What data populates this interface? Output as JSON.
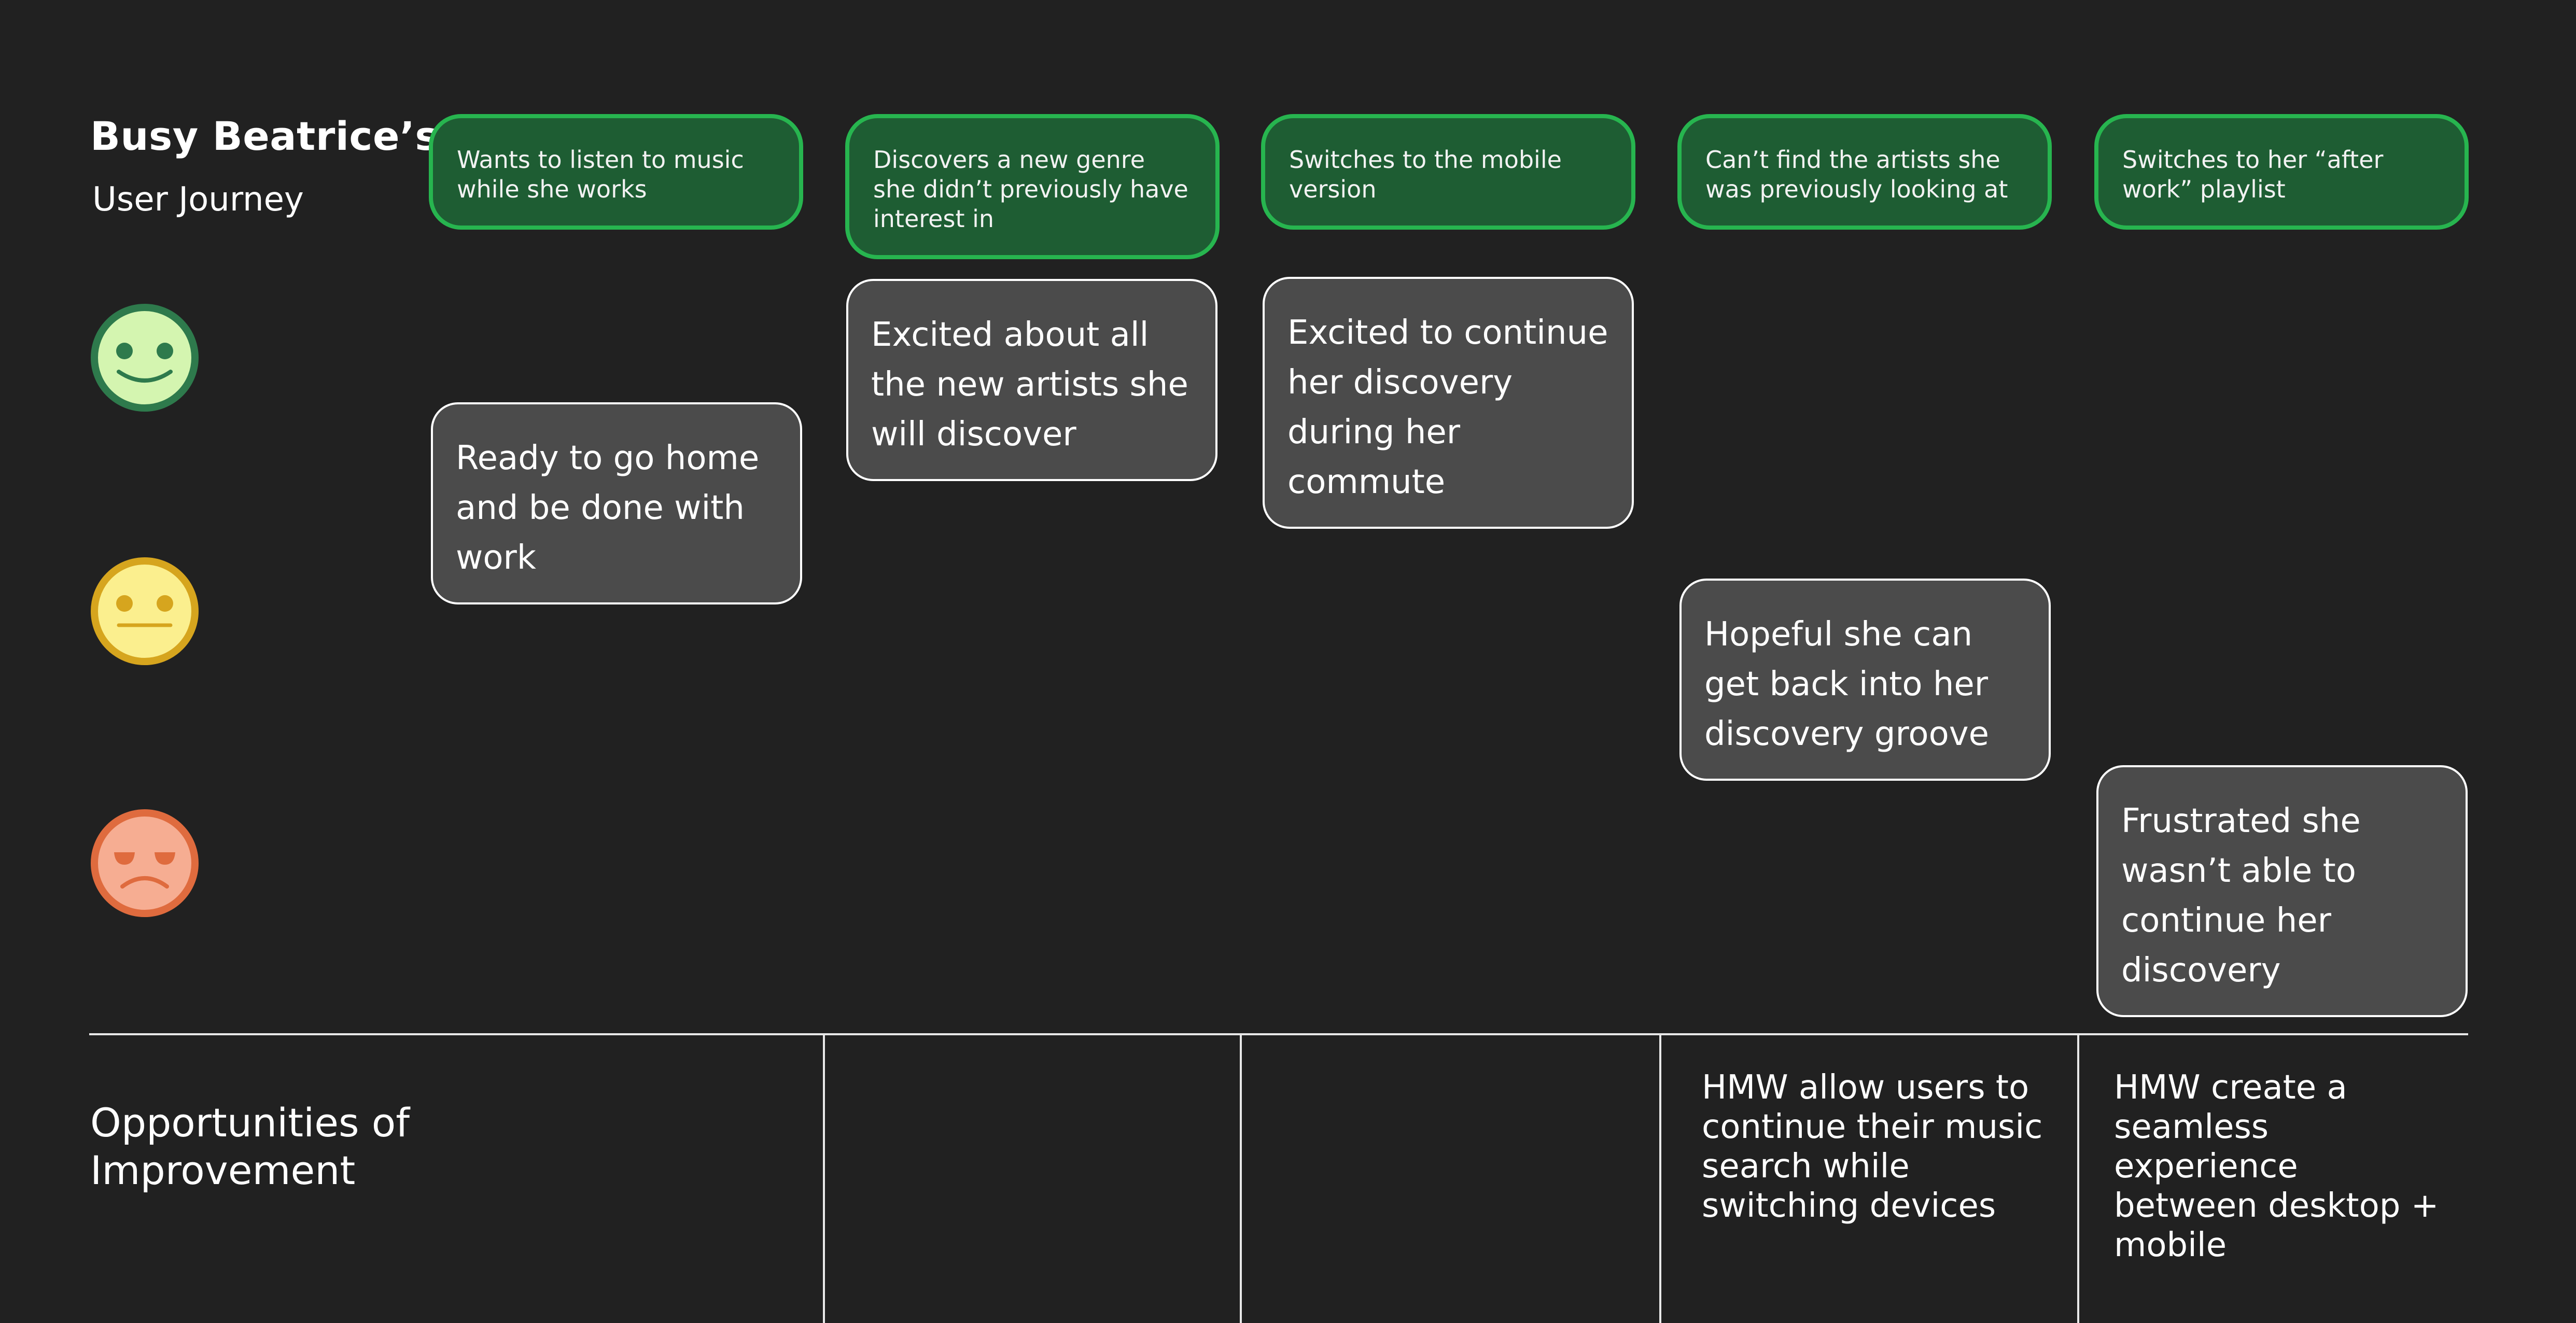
{
  "header": {
    "title": "Busy Beatrice’s",
    "subtitle": "User Journey"
  },
  "steps": [
    {
      "label": "Wants to listen to music while she works"
    },
    {
      "label": "Discovers a new genre she didn’t previously have interest in"
    },
    {
      "label": "Switches to the mobile version"
    },
    {
      "label": "Can’t find the artists she was previously looking at"
    },
    {
      "label": "Switches to her “after work” playlist"
    }
  ],
  "feelings": [
    {
      "text": "Ready to go home and be done with work",
      "mood": "between-happy-and-neutral"
    },
    {
      "text": "Excited about all the new artists she will discover",
      "mood": "happy"
    },
    {
      "text": "Excited to continue her discovery during her commute",
      "mood": "happy"
    },
    {
      "text": "Hopeful she can get back into her discovery groove",
      "mood": "neutral"
    },
    {
      "text": "Frustrated she wasn’t able to continue her discovery",
      "mood": "sad"
    }
  ],
  "mood_scale": [
    {
      "icon": "happy-face-icon",
      "color": "#d4f5b0",
      "ring": "#2e7a4c"
    },
    {
      "icon": "neutral-face-icon",
      "color": "#fbef8e",
      "ring": "#d6a51e"
    },
    {
      "icon": "sad-face-icon",
      "color": "#f6ad92",
      "ring": "#df6b3e"
    }
  ],
  "opportunities": {
    "title": "Opportunities of Improvement",
    "cells": [
      "",
      "",
      "",
      "HMW allow users to continue their music search while switching devices",
      "HMW create a seamless experience between desktop + mobile"
    ]
  },
  "colors": {
    "background": "#212121",
    "step_fill": "#1e5d33",
    "step_border": "#27b54f",
    "card_fill": "#4b4b4b",
    "card_border": "#ffffff"
  }
}
